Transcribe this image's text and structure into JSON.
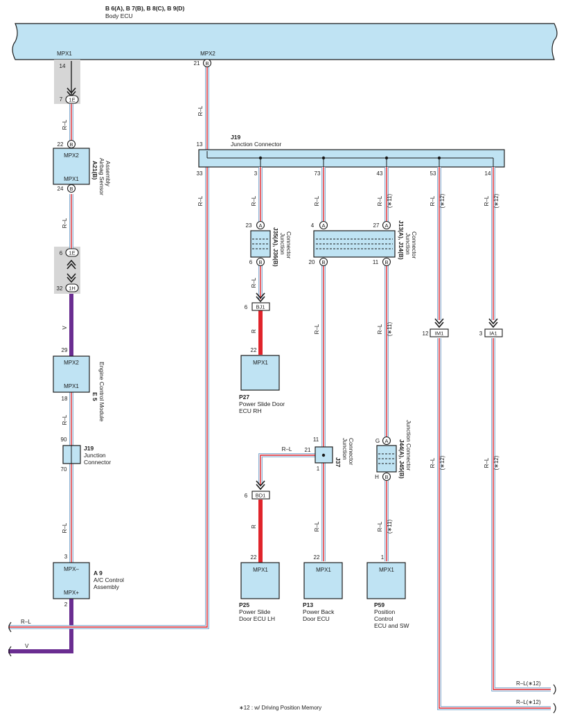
{
  "body_ecu": {
    "code": "B 6(A), B 7(B), B 8(C), B 9(D)",
    "name": "Body ECU",
    "pin_mpx1": "MPX1",
    "pin_mpx2": "MPX2",
    "pin_14": "14",
    "pin_21": "21",
    "conn_b": "B"
  },
  "wire_labels": {
    "rl": "R–L",
    "v": "V",
    "r": "R",
    "note11": "(∗11)",
    "note12": "(∗12)"
  },
  "airbag": {
    "code": "A21(B)",
    "name_line1": "Airbag Sensor",
    "name_line2": "Assembly",
    "mpx2": "MPX2",
    "mpx1": "MPX1",
    "pin22": "22",
    "pin24": "24",
    "conn": "B"
  },
  "inline_1e_top": {
    "pin7": "7",
    "tag": "1E"
  },
  "inline_1e_bottom": {
    "pin6": "6",
    "tag": "1E"
  },
  "inline_1h": {
    "pin32": "32",
    "tag": "1H"
  },
  "ecm": {
    "code": "E 5",
    "name": "Engine Control Module",
    "mpx2": "MPX2",
    "mpx1": "MPX1",
    "pin29": "29",
    "pin18": "18"
  },
  "j19_small": {
    "code": "J19",
    "line1": "Junction",
    "line2": "Connector",
    "pin90": "90",
    "pin70": "70"
  },
  "ac": {
    "code": "A 9",
    "line1": "A/C Control",
    "line2": "Assembly",
    "mpx_minus": "MPX–",
    "mpx_plus": "MPX+",
    "pin3": "3",
    "pin2": "2"
  },
  "j19_bus": {
    "code": "J19",
    "name": "Junction Connector",
    "pin13": "13",
    "pin33": "33",
    "pin3": "3",
    "pin73": "73",
    "pin43": "43",
    "pin53": "53",
    "pin14": "14"
  },
  "j35": {
    "code": "J35(A), J36(B)",
    "line1": "Junction",
    "line2": "Connector",
    "pin23": "23",
    "pin6": "6",
    "connA": "A",
    "connB": "B"
  },
  "j13": {
    "code": "J13(A), J14(B)",
    "line1": "Junction",
    "line2": "Connector",
    "pin4": "4",
    "pin27": "27",
    "pin20": "20",
    "pin11": "11",
    "connA": "A",
    "connB": "B"
  },
  "bj1": {
    "pin": "6",
    "tag": "BJ1"
  },
  "bd1": {
    "pin": "6",
    "tag": "BD1"
  },
  "im1": {
    "pin": "12",
    "tag": "IM1"
  },
  "ia1": {
    "pin": "3",
    "tag": "IA1"
  },
  "p27": {
    "code": "P27",
    "line1": "Power Slide Door",
    "line2": "ECU RH",
    "pin": "22",
    "mpx": "MPX1"
  },
  "j37": {
    "code": "J37",
    "line1": "Junction",
    "line2": "Connector",
    "pin11": "11",
    "pin21": "21",
    "pin1": "1"
  },
  "j44": {
    "code": "J44(A), J45(B)",
    "name": "Junction Connector",
    "pinG": "G",
    "pinH": "H",
    "connA": "A",
    "connB": "B"
  },
  "p25": {
    "code": "P25",
    "line1": "Power Slide",
    "line2": "Door ECU LH",
    "pin": "22",
    "mpx": "MPX1"
  },
  "p13": {
    "code": "P13",
    "line1": "Power Back",
    "line2": "Door ECU",
    "pin": "22",
    "mpx": "MPX1"
  },
  "p59": {
    "code": "P59",
    "line1": "Position",
    "line2": "Control",
    "line3": "ECU and SW",
    "pin": "1",
    "mpx": "MPX1"
  },
  "exits": {
    "rl_left": "R–L",
    "v_left": "V",
    "rl12_a": "R–L(∗12)",
    "rl12_b": "R–L(∗12)"
  },
  "footnote": "∗12 : w/ Driving Position Memory"
}
